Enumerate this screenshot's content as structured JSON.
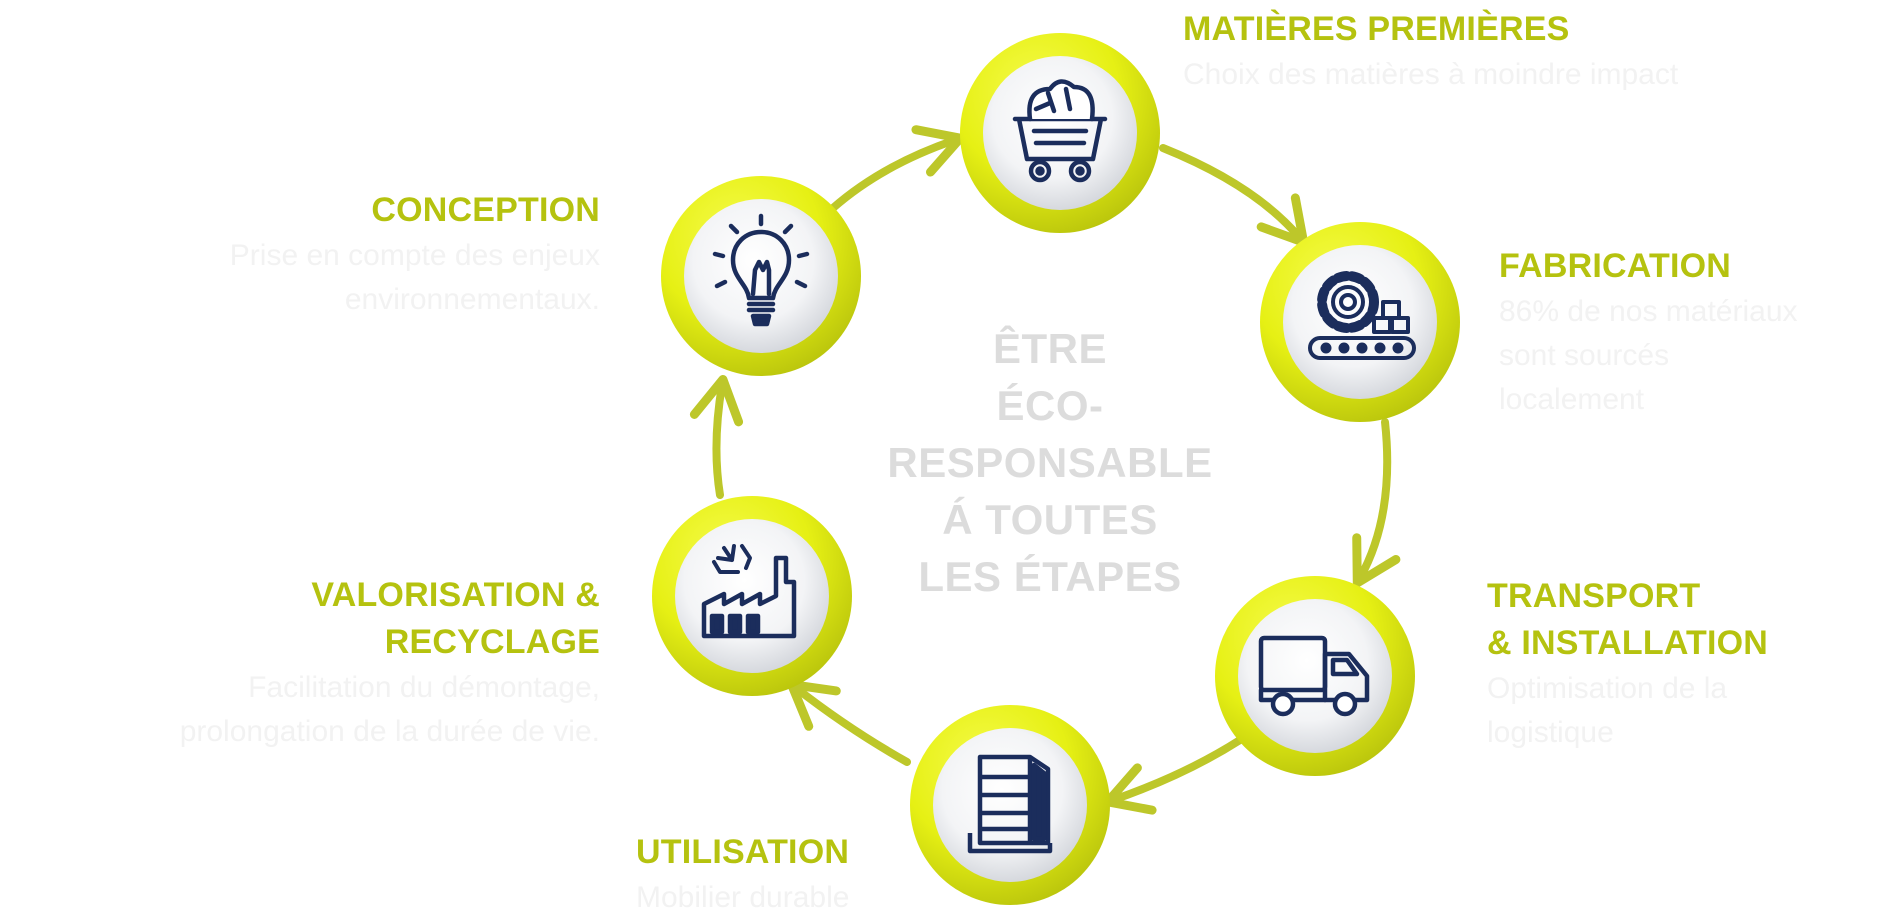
{
  "center_title": [
    "ÊTRE",
    "ÉCO-",
    "RESPONSABLE",
    "Á TOUTES",
    "LES ÉTAPES"
  ],
  "colors": {
    "accent_green": "#b5c20f",
    "ring_yellow": "#e3ee14",
    "icon_navy": "#1b2d5c",
    "description_text": "#f2f2f2",
    "center_text": "#dcdcdc"
  },
  "stages": [
    {
      "id": "matieres",
      "icon": "mine-cart-icon",
      "title": [
        "MATIÈRES PREMIÈRES"
      ],
      "description": [
        "Choix des matières à moindre impact"
      ]
    },
    {
      "id": "fabrication",
      "icon": "factory-gear-conveyor-icon",
      "title": [
        "FABRICATION"
      ],
      "description": [
        "86% de nos matériaux",
        "sont sourcés",
        "localement"
      ]
    },
    {
      "id": "transport",
      "icon": "delivery-truck-icon",
      "title": [
        "TRANSPORT",
        "& INSTALLATION"
      ],
      "description": [
        "Optimisation de la",
        "logistique"
      ]
    },
    {
      "id": "utilisation",
      "icon": "display-shelf-icon",
      "title": [
        "UTILISATION"
      ],
      "description": [
        "Mobilier durable"
      ]
    },
    {
      "id": "valorisation",
      "icon": "recycling-factory-icon",
      "title": [
        "VALORISATION &",
        "RECYCLAGE"
      ],
      "description": [
        "Facilitation du démontage,",
        "prolongation de la durée de vie."
      ]
    },
    {
      "id": "conception",
      "icon": "lightbulb-icon",
      "title": [
        "CONCEPTION"
      ],
      "description": [
        "Prise en compte des enjeux",
        "environnementaux."
      ]
    }
  ]
}
